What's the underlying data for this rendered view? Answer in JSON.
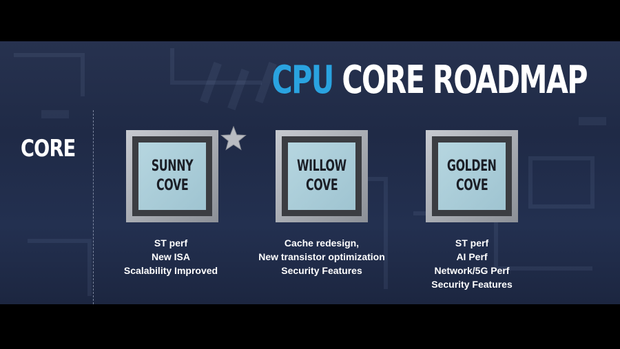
{
  "title": {
    "accent": "CPU",
    "main": "CORE ROADMAP"
  },
  "row_label": "CORE",
  "cores": [
    {
      "line1": "SUNNY",
      "line2": "COVE",
      "starred": true,
      "features": [
        "ST perf",
        "New ISA",
        "Scalability Improved"
      ]
    },
    {
      "line1": "WILLOW",
      "line2": "COVE",
      "starred": false,
      "features": [
        "Cache redesign,",
        "New transistor optimization",
        "Security Features"
      ]
    },
    {
      "line1": "GOLDEN",
      "line2": "COVE",
      "starred": false,
      "features": [
        "ST perf",
        "AI Perf",
        "Network/5G Perf",
        "Security Features"
      ]
    }
  ],
  "colors": {
    "accent": "#2aa3e0",
    "background": "#232e4b",
    "die": "#aacfdb"
  },
  "icons": {
    "star": "star-icon"
  }
}
